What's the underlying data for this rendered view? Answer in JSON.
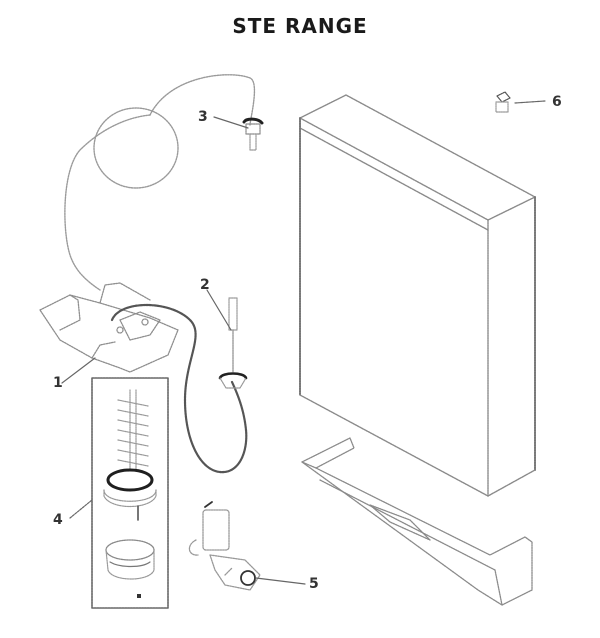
{
  "title": "STE RANGE",
  "callouts": [
    {
      "id": "1",
      "label": "1",
      "part": "bracket-assembly"
    },
    {
      "id": "2",
      "label": "2",
      "part": "probe-sensor"
    },
    {
      "id": "3",
      "label": "3",
      "part": "cable-connector"
    },
    {
      "id": "4",
      "label": "4",
      "part": "heating-element-kit"
    },
    {
      "id": "5",
      "label": "5",
      "part": "valve"
    },
    {
      "id": "6",
      "label": "6",
      "part": "screw"
    }
  ],
  "colors": {
    "line": "#8a8a8a",
    "dark_line": "#3a3a3a",
    "label": "#333333",
    "background": "#ffffff"
  }
}
